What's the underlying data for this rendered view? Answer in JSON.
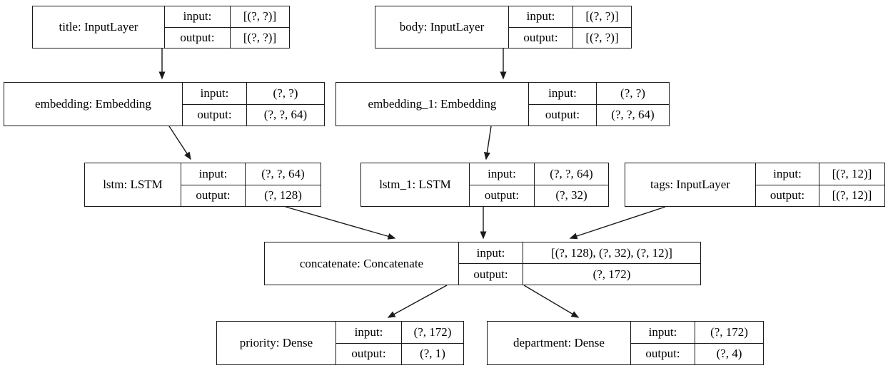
{
  "diagram": {
    "type": "keras-model-graph",
    "io_labels": {
      "input": "input:",
      "output": "output:"
    },
    "nodes": [
      {
        "id": "title",
        "label": "title: InputLayer",
        "input": "[(?, ?)]",
        "output": "[(?, ?)]"
      },
      {
        "id": "body",
        "label": "body: InputLayer",
        "input": "[(?, ?)]",
        "output": "[(?, ?)]"
      },
      {
        "id": "embedding",
        "label": "embedding: Embedding",
        "input": "(?, ?)",
        "output": "(?, ?, 64)"
      },
      {
        "id": "embedding_1",
        "label": "embedding_1: Embedding",
        "input": "(?, ?)",
        "output": "(?, ?, 64)"
      },
      {
        "id": "lstm",
        "label": "lstm: LSTM",
        "input": "(?, ?, 64)",
        "output": "(?, 128)"
      },
      {
        "id": "lstm_1",
        "label": "lstm_1: LSTM",
        "input": "(?, ?, 64)",
        "output": "(?, 32)"
      },
      {
        "id": "tags",
        "label": "tags: InputLayer",
        "input": "[(?, 12)]",
        "output": "[(?, 12)]"
      },
      {
        "id": "concatenate",
        "label": "concatenate: Concatenate",
        "input": "[(?, 128), (?, 32), (?, 12)]",
        "output": "(?, 172)"
      },
      {
        "id": "priority",
        "label": "priority: Dense",
        "input": "(?, 172)",
        "output": "(?, 1)"
      },
      {
        "id": "department",
        "label": "department: Dense",
        "input": "(?, 172)",
        "output": "(?, 4)"
      }
    ],
    "edges": [
      {
        "from": "title",
        "to": "embedding"
      },
      {
        "from": "body",
        "to": "embedding_1"
      },
      {
        "from": "embedding",
        "to": "lstm"
      },
      {
        "from": "embedding_1",
        "to": "lstm_1"
      },
      {
        "from": "lstm",
        "to": "concatenate"
      },
      {
        "from": "lstm_1",
        "to": "concatenate"
      },
      {
        "from": "tags",
        "to": "concatenate"
      },
      {
        "from": "concatenate",
        "to": "priority"
      },
      {
        "from": "concatenate",
        "to": "department"
      }
    ],
    "colors": {
      "stroke": "#000000",
      "background": "#ffffff",
      "text": "#000000"
    }
  }
}
